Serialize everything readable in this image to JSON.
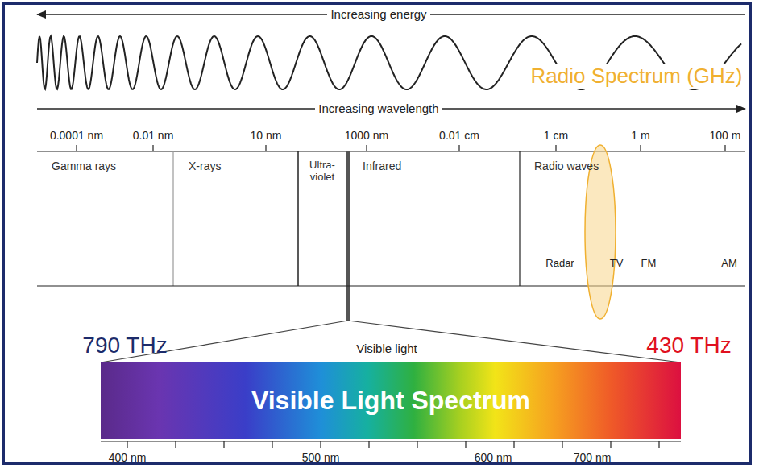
{
  "diagram": {
    "nodes": [
      {
        "text": [
          "Gamma rays"
        ]
      },
      {
        "text": [
          "X-rays"
        ]
      },
      {
        "text": [
          "Ultra- violet"
        ]
      },
      {
        "text": [
          "Infrared"
        ]
      },
      {
        "text": [
          "Radio waves"
        ]
      },
      {
        "text": [
          "Visible Light Spectrum"
        ]
      }
    ],
    "labels": [
      "Increasing energy",
      "Increasing wavelength",
      "Radio Spectrum (GHz)",
      "0.0001 nm",
      "0.01 nm",
      "10 nm",
      "1000 nm",
      "0.01 cm",
      "1 cm",
      "1 m",
      "100 m",
      "Radar",
      "TV",
      "FM",
      "AM",
      "790 THz",
      "Visible light",
      "430 THz",
      "400 nm",
      "500 nm",
      "600 nm",
      "700 nm"
    ]
  }
}
